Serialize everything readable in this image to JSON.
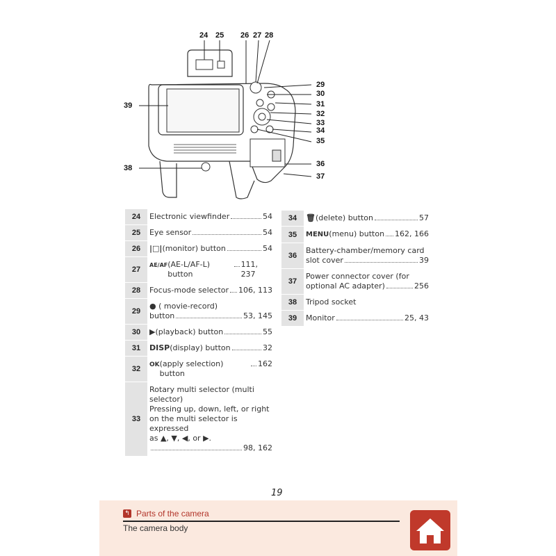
{
  "callouts": [
    "24",
    "25",
    "26",
    "27",
    "28",
    "29",
    "30",
    "31",
    "32",
    "33",
    "34",
    "35",
    "36",
    "37",
    "38",
    "39"
  ],
  "left_table": [
    {
      "num": "24",
      "sym": "",
      "label": "Electronic viewfinder",
      "pages": "54"
    },
    {
      "num": "25",
      "sym": "",
      "label": "Eye sensor",
      "pages": "54"
    },
    {
      "num": "26",
      "sym": "|□|",
      "label": " (monitor) button",
      "pages": "54"
    },
    {
      "num": "27",
      "sym": "AE/AF",
      "label": " (AE-L/AF-L) button",
      "pages": "111, 237"
    },
    {
      "num": "28",
      "sym": "",
      "label": "Focus-mode selector",
      "pages": "106, 113"
    },
    {
      "num": "29",
      "sym": "●",
      "line1": " (  movie-record)",
      "label": "button",
      "pages": "53, 145"
    },
    {
      "num": "30",
      "sym": "▶",
      "label": " (playback) button",
      "pages": "55"
    },
    {
      "num": "31",
      "sym": "DISP",
      "label": " (display) button",
      "pages": "32"
    },
    {
      "num": "32",
      "sym": "OK",
      "label": " (apply selection) button",
      "pages": "162"
    },
    {
      "num": "33",
      "lines": [
        "Rotary multi selector (multi",
        "selector)",
        "Pressing up, down, left, or right",
        "on the multi selector is expressed",
        "as ▲, ▼, ◀, or ▶."
      ],
      "pages": "98, 162"
    }
  ],
  "right_table": [
    {
      "num": "34",
      "sym": "🗑",
      "label": " (delete) button",
      "pages": "57"
    },
    {
      "num": "35",
      "sym": "MENU",
      "label": " (menu) button",
      "pages": "162, 166"
    },
    {
      "num": "36",
      "line1": "Battery-chamber/memory card",
      "label": "slot cover",
      "pages": "39"
    },
    {
      "num": "37",
      "line1": "Power connector cover (for",
      "label": "optional AC adapter)",
      "pages": "256"
    },
    {
      "num": "38",
      "label": "Tripod socket",
      "pages": ""
    },
    {
      "num": "39",
      "label": "Monitor",
      "pages": "25, 43"
    }
  ],
  "page_number": "19",
  "footer": {
    "section": "Parts of the camera",
    "subsection": "The camera body"
  }
}
